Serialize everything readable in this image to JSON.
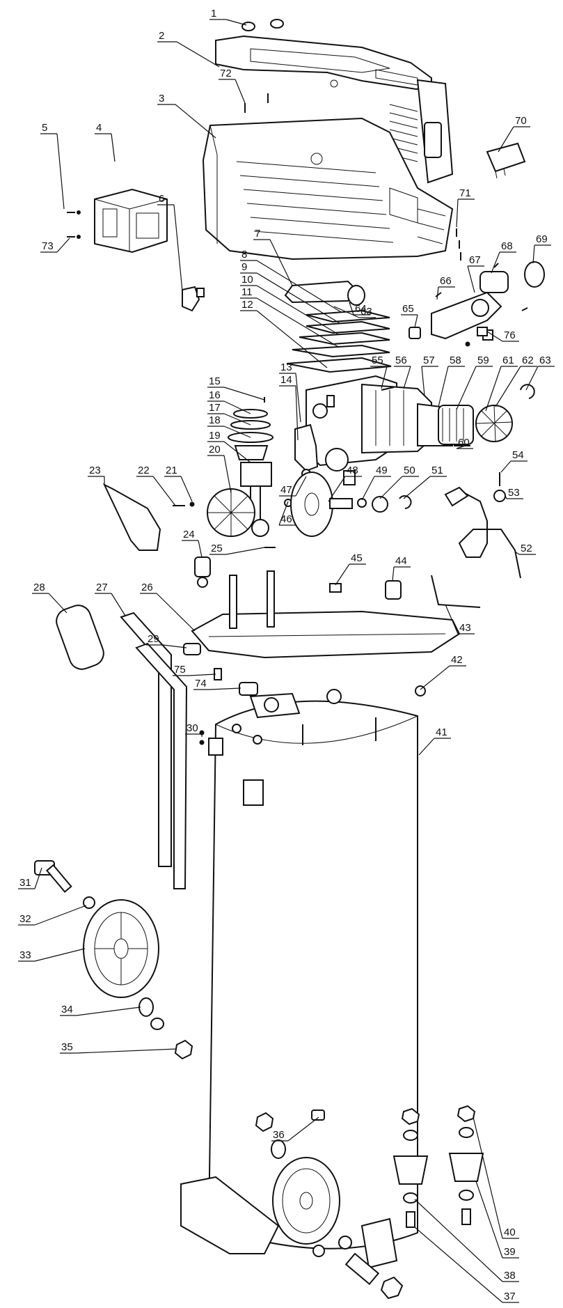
{
  "callouts": [
    {
      "num": "1"
    },
    {
      "num": "2"
    },
    {
      "num": "3"
    },
    {
      "num": "4"
    },
    {
      "num": "5"
    },
    {
      "num": "6"
    },
    {
      "num": "7"
    },
    {
      "num": "8"
    },
    {
      "num": "9"
    },
    {
      "num": "10"
    },
    {
      "num": "11"
    },
    {
      "num": "12"
    },
    {
      "num": "13"
    },
    {
      "num": "14"
    },
    {
      "num": "15"
    },
    {
      "num": "16"
    },
    {
      "num": "17"
    },
    {
      "num": "18"
    },
    {
      "num": "19"
    },
    {
      "num": "20"
    },
    {
      "num": "21"
    },
    {
      "num": "22"
    },
    {
      "num": "23"
    },
    {
      "num": "24"
    },
    {
      "num": "25"
    },
    {
      "num": "26"
    },
    {
      "num": "27"
    },
    {
      "num": "28"
    },
    {
      "num": "29"
    },
    {
      "num": "30"
    },
    {
      "num": "31"
    },
    {
      "num": "32"
    },
    {
      "num": "33"
    },
    {
      "num": "34"
    },
    {
      "num": "35"
    },
    {
      "num": "36"
    },
    {
      "num": "37"
    },
    {
      "num": "38"
    },
    {
      "num": "39"
    },
    {
      "num": "40"
    },
    {
      "num": "41"
    },
    {
      "num": "42"
    },
    {
      "num": "43"
    },
    {
      "num": "44"
    },
    {
      "num": "45"
    },
    {
      "num": "46"
    },
    {
      "num": "47"
    },
    {
      "num": "48"
    },
    {
      "num": "49"
    },
    {
      "num": "50"
    },
    {
      "num": "51"
    },
    {
      "num": "52"
    },
    {
      "num": "53"
    },
    {
      "num": "54"
    },
    {
      "num": "55"
    },
    {
      "num": "56"
    },
    {
      "num": "57"
    },
    {
      "num": "58"
    },
    {
      "num": "59"
    },
    {
      "num": "60"
    },
    {
      "num": "61"
    },
    {
      "num": "62"
    },
    {
      "num": "63"
    },
    {
      "num": "63"
    },
    {
      "num": "64"
    },
    {
      "num": "65"
    },
    {
      "num": "66"
    },
    {
      "num": "67"
    },
    {
      "num": "68"
    },
    {
      "num": "69"
    },
    {
      "num": "70"
    },
    {
      "num": "71"
    },
    {
      "num": "72"
    },
    {
      "num": "73"
    },
    {
      "num": "74"
    },
    {
      "num": "75"
    },
    {
      "num": "76"
    }
  ]
}
